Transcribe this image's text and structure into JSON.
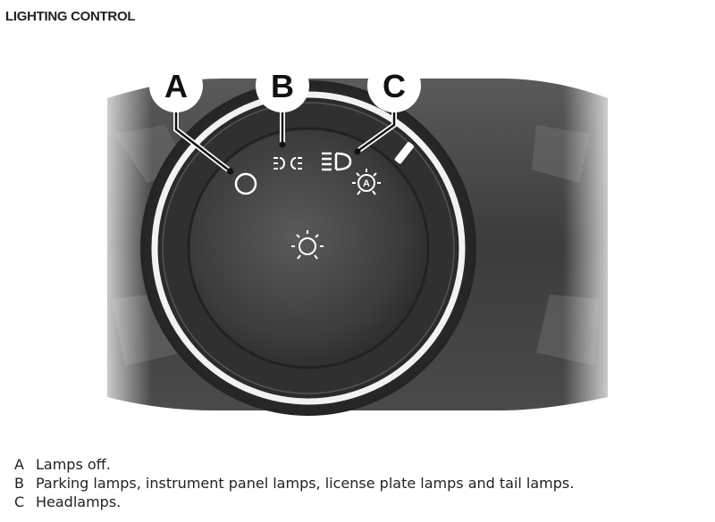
{
  "page": {
    "title": "LIGHTING CONTROL"
  },
  "figure": {
    "callouts": [
      {
        "key": "A",
        "icon": "lamps-off-circle-icon"
      },
      {
        "key": "B",
        "icon": "parking-lamps-icon"
      },
      {
        "key": "C",
        "icon": "headlamps-icon"
      }
    ],
    "other_icons": [
      "auto-lamps-icon",
      "instrument-dimmer-icon"
    ]
  },
  "legend": {
    "items": [
      {
        "key": "A",
        "text": "Lamps off."
      },
      {
        "key": "B",
        "text": "Parking lamps, instrument panel lamps, license plate lamps and tail lamps."
      },
      {
        "key": "C",
        "text": "Headlamps."
      }
    ]
  }
}
